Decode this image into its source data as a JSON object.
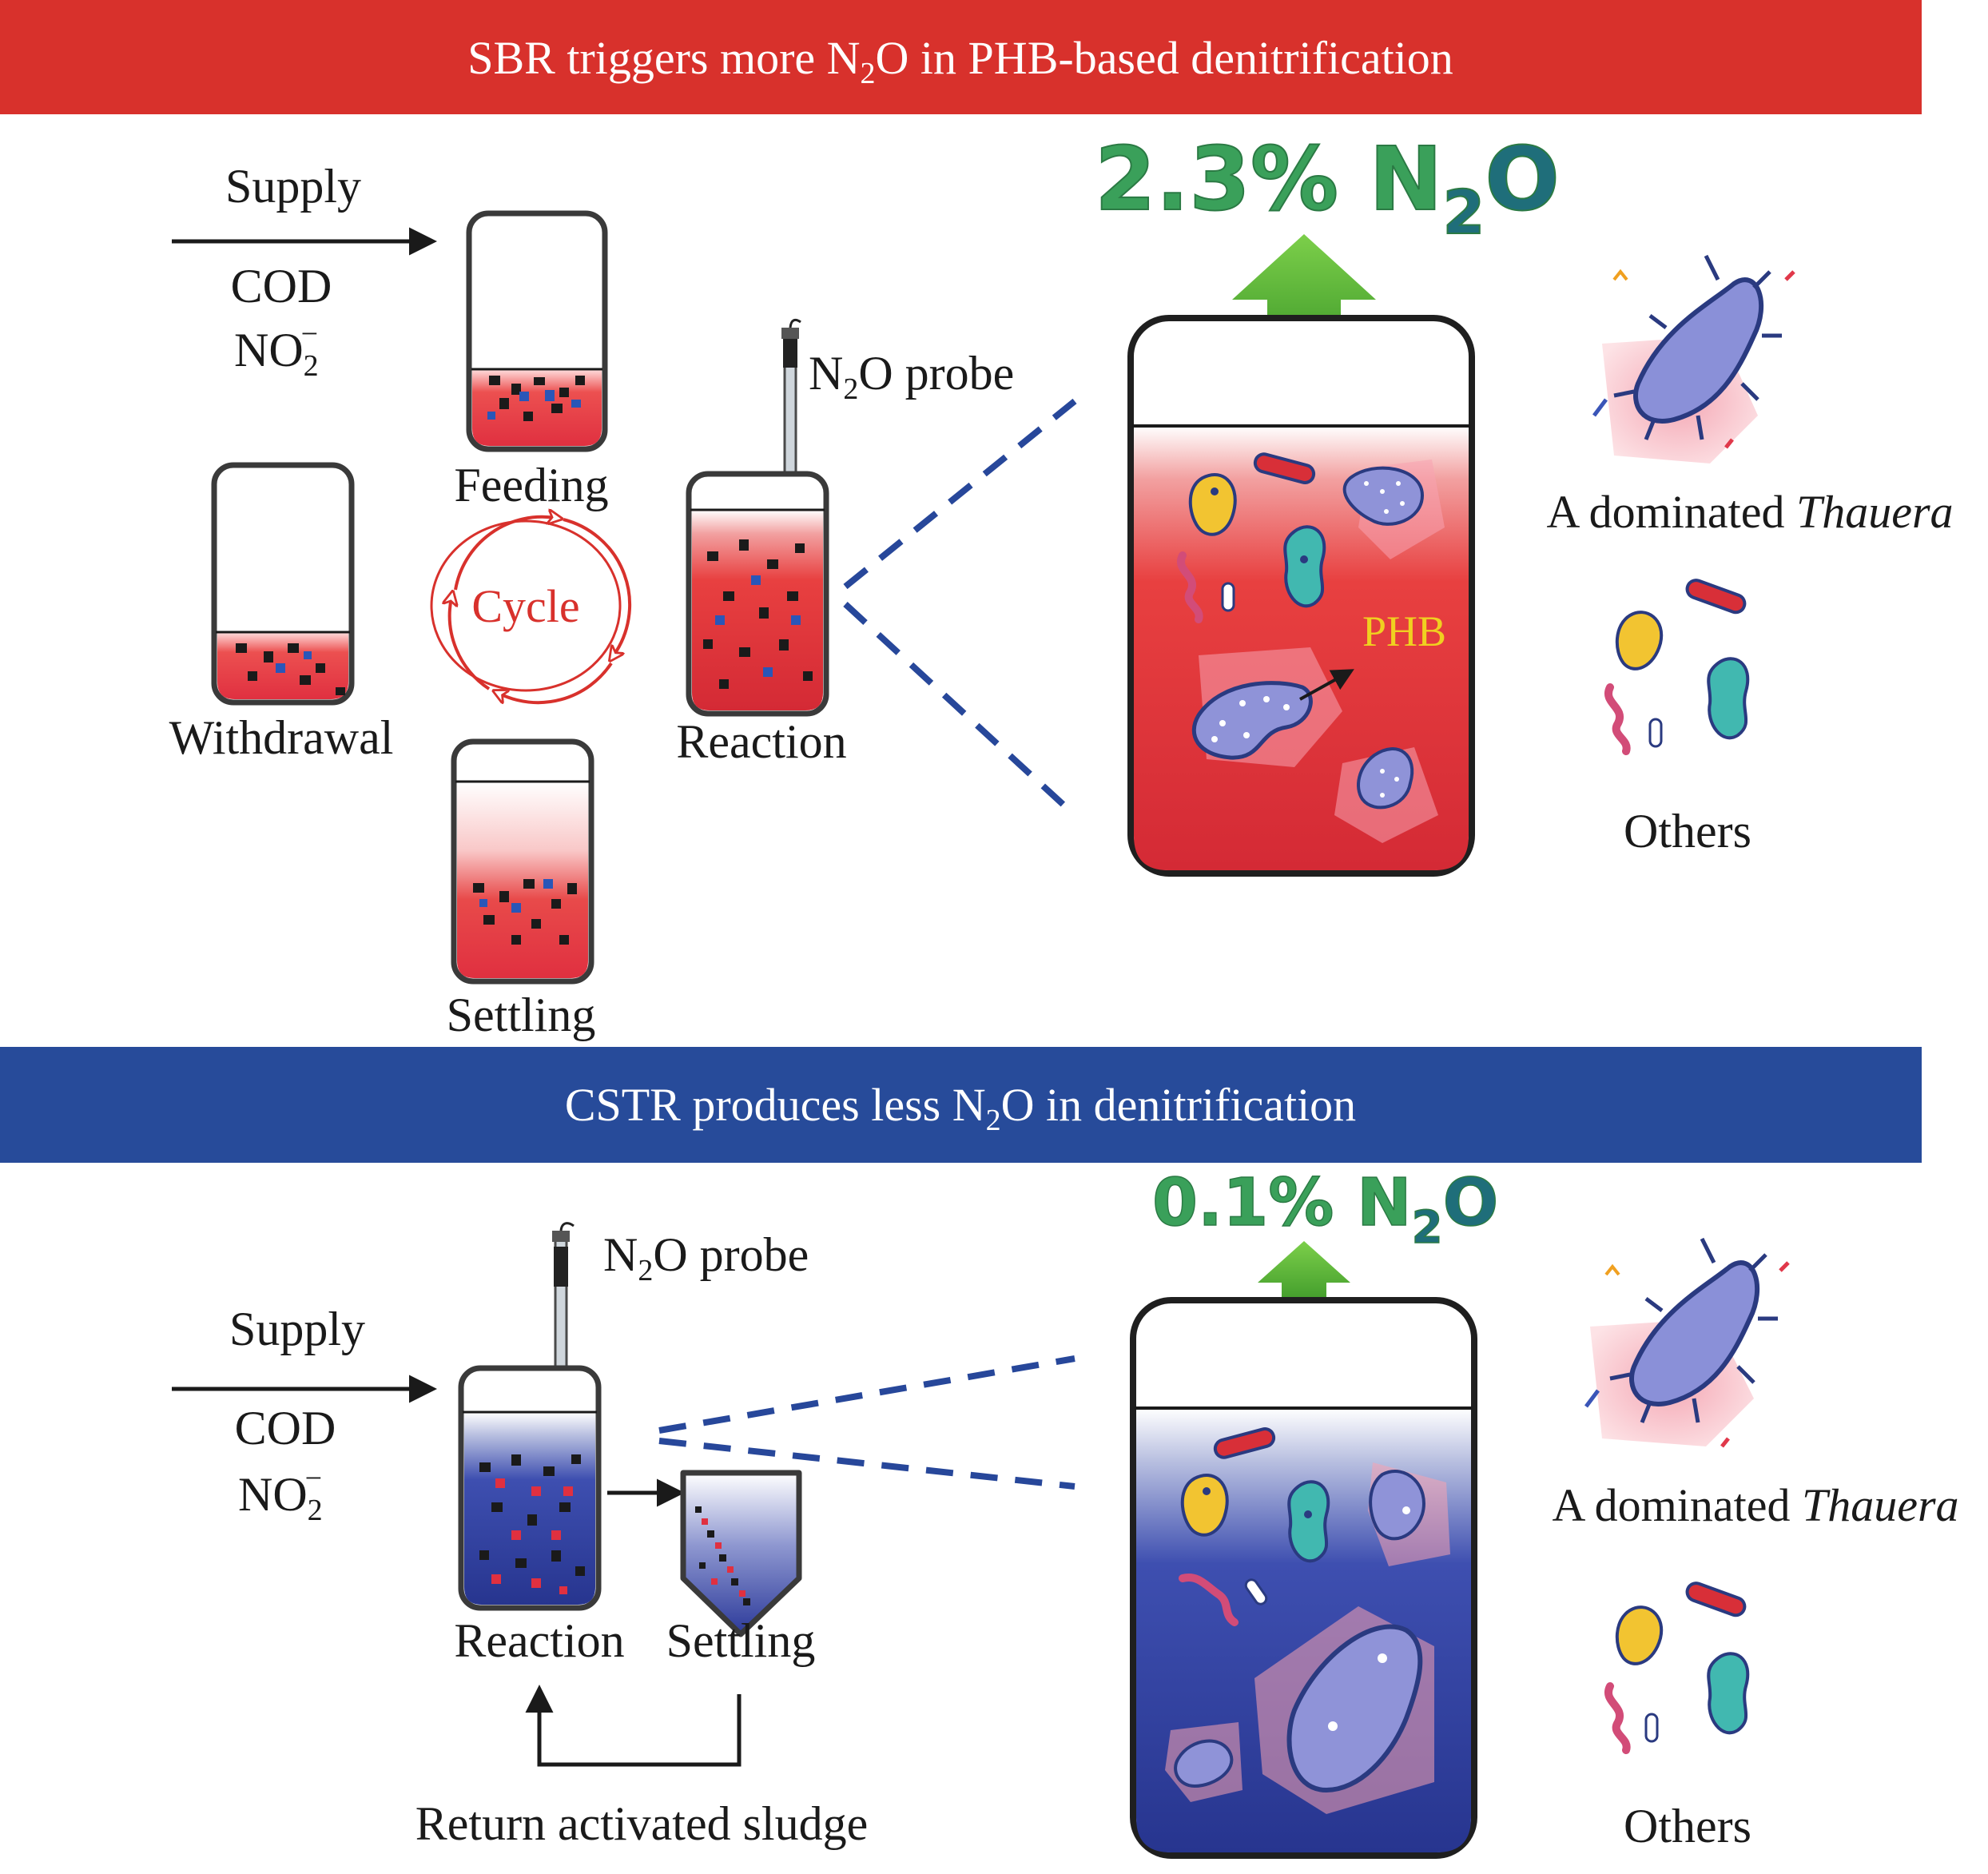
{
  "sbr": {
    "banner_pre": "SBR triggers more N",
    "banner_sub": "2",
    "banner_post": "O in PHB-based denitrification",
    "supply": "Supply",
    "cod": "COD",
    "no2_base": "NO",
    "no2_sub": "2",
    "no2_sup": "−",
    "feeding": "Feeding",
    "withdrawal": "Withdrawal",
    "cycle": "Cycle",
    "settling": "Settling",
    "reaction": "Reaction",
    "probe_pre": "N",
    "probe_sub": "2",
    "probe_post": "O probe",
    "emission_pct": "2.3% N",
    "emission_sub": "2",
    "emission_post": "O",
    "phb": "PHB",
    "dominated_pre": "A dominated ",
    "dominated_genus": "Thauera",
    "others": "Others"
  },
  "cstr": {
    "banner_pre": "CSTR produces less N",
    "banner_sub": "2",
    "banner_post": "O in denitrification",
    "supply": "Supply",
    "cod": "COD",
    "no2_base": "NO",
    "no2_sub": "2",
    "no2_sup": "−",
    "probe_pre": "N",
    "probe_sub": "2",
    "probe_post": "O probe",
    "reaction": "Reaction",
    "settling": "Settling",
    "return": "Return activated sludge",
    "emission_pct": "0.1% N",
    "emission_sub": "2",
    "emission_post": "O",
    "dominated_pre": "A dominated ",
    "dominated_genus": "Thauera",
    "others": "Others"
  },
  "colors": {
    "sbr_banner": "#d8312c",
    "cstr_banner": "#274b9a",
    "emission_green": "#3aa05a",
    "emission_teal": "#1f6e7a",
    "arrow_green": "#5fb43a",
    "cycle_red": "#d8312c",
    "phb_yellow": "#f0d020",
    "dash_blue": "#27479a"
  }
}
